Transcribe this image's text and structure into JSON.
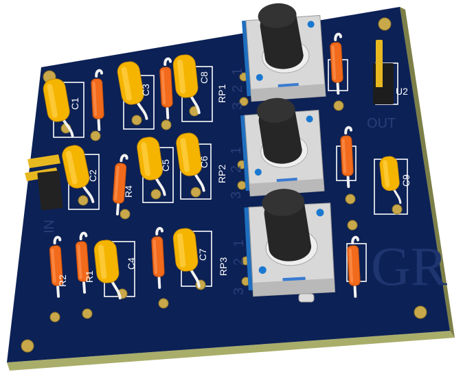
{
  "board": {
    "color": "#0c2155",
    "edge_color": "#a9ad6a",
    "logo_text": "GR"
  },
  "connectors": {
    "input": {
      "ref": "IN"
    },
    "output": {
      "ref": "U2",
      "label": "OUT"
    }
  },
  "capacitors": [
    "C1",
    "C2",
    "C3",
    "C4",
    "C5",
    "C6",
    "C7",
    "C8",
    "C9"
  ],
  "resistors": [
    "R1",
    "R2",
    "R4"
  ],
  "potentiometers": [
    {
      "ref": "RP1",
      "pins": [
        "1",
        "2",
        "3"
      ]
    },
    {
      "ref": "RP2",
      "pins": [
        "1",
        "2",
        "3"
      ]
    },
    {
      "ref": "RP3",
      "pins": [
        "1",
        "2",
        "3"
      ]
    }
  ]
}
